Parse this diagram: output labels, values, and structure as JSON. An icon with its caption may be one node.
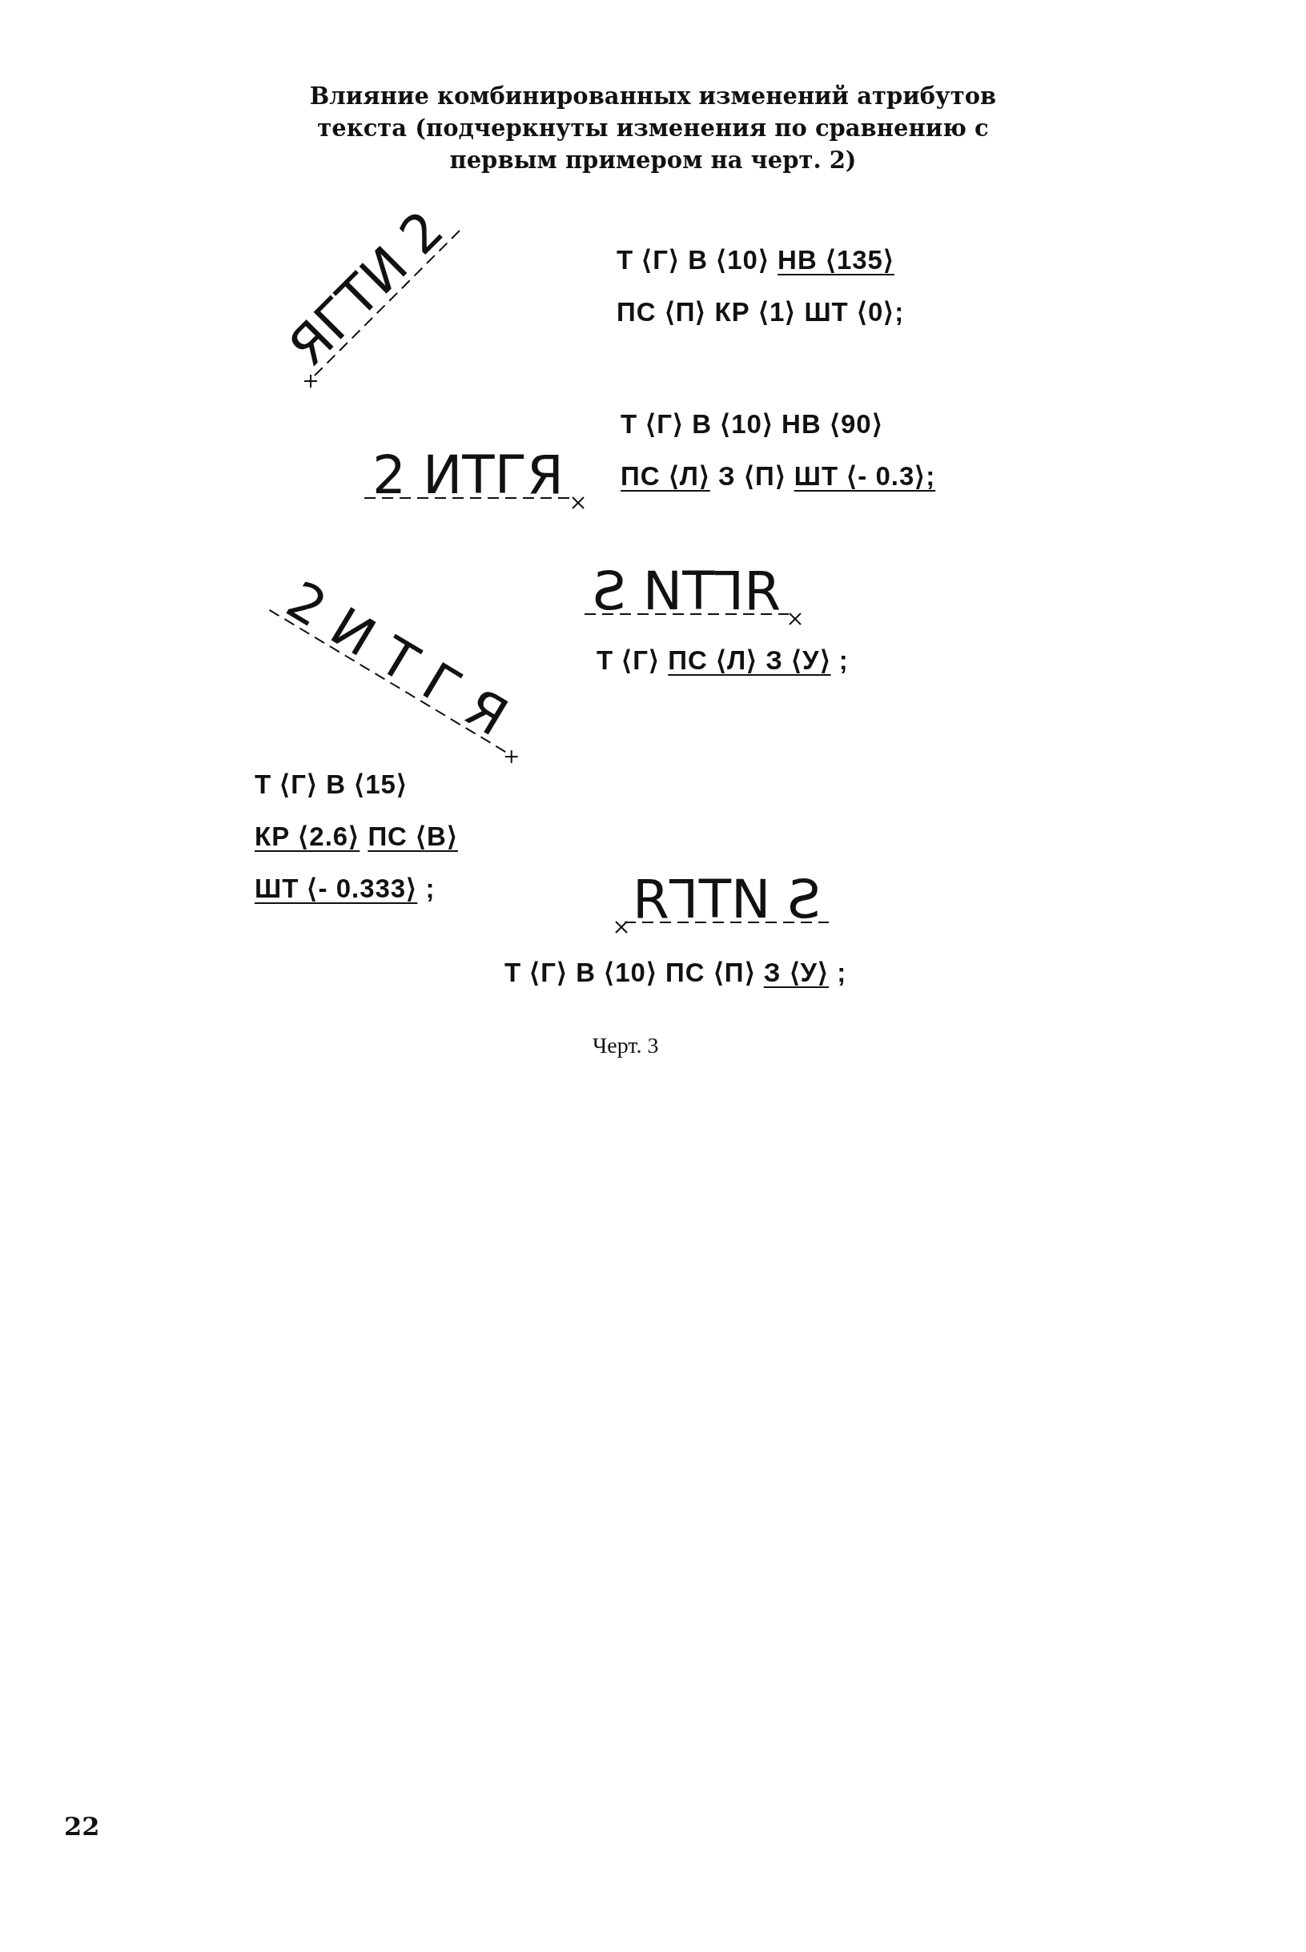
{
  "diagram": {
    "title": "Влияние комбинированных изменений атрибутов текста (подчеркнуты изменения по сравнению с первым примером на черт. 2)",
    "caption": "Черт. 3",
    "labels": [
      "ЯГТИ 2",
      "Т ⟨Г⟩ В ⟨10⟩ НВ ⟨135⟩",
      "ПС ⟨П⟩ КР ⟨1⟩ ШТ ⟨0⟩;",
      "Т ⟨Г⟩ В ⟨10⟩ НВ ⟨90⟩",
      "2 ИТГЯ",
      "ПС ⟨Л⟩ З ⟨П⟩ ШТ ⟨- 0.3⟩;",
      "2ИТГЯ",
      "Ƨ NT⅂R",
      "Т ⟨Г⟩ ПС ⟨Л⟩ З ⟨У⟩ ;",
      "Т ⟨Г⟩ В ⟨15⟩",
      "КР ⟨2.6⟩ ПС ⟨В⟩",
      "ШТ ⟨- 0.333⟩ ;",
      "R⅂TN Ƨ",
      "Т ⟨Г⟩ В ⟨10⟩ ПС ⟨П⟩ З ⟨У⟩ ;",
      "22"
    ]
  }
}
